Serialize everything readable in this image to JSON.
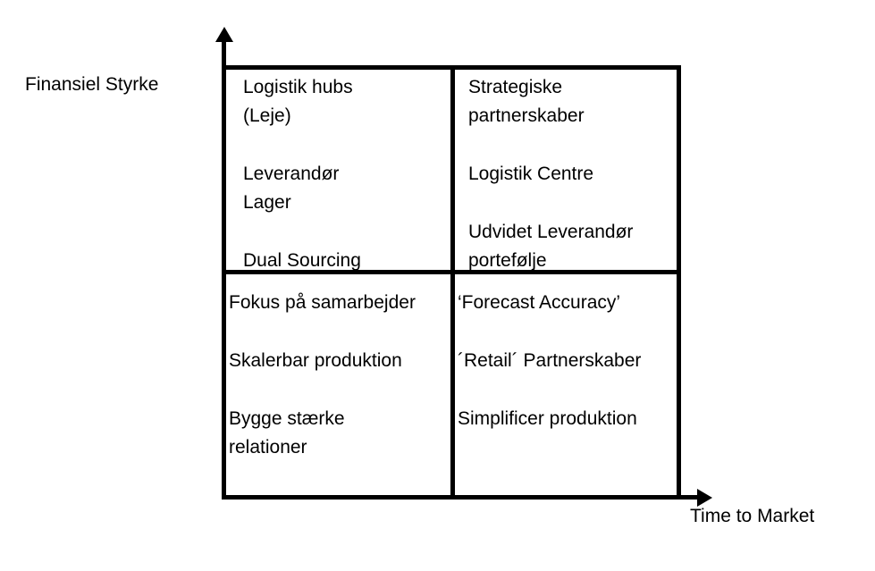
{
  "colors": {
    "background": "#ffffff",
    "line": "#000000",
    "text": "#000000"
  },
  "axes": {
    "y_axis": {
      "label": "Finansiel Styrke"
    },
    "x_axis": {
      "label": "Time to Market"
    }
  },
  "matrix": {
    "top_left": {
      "items": [
        {
          "lines": [
            "Logistik hubs",
            "(Leje)"
          ]
        },
        {
          "lines": [
            "Leverandør",
            "Lager"
          ]
        },
        {
          "lines": [
            "Dual Sourcing"
          ]
        }
      ]
    },
    "top_right": {
      "items": [
        {
          "lines": [
            "Strategiske",
            "partnerskaber"
          ]
        },
        {
          "lines": [
            "Logistik Centre"
          ]
        },
        {
          "lines": [
            "Udvidet Leverandør",
            "portefølje"
          ]
        }
      ]
    },
    "bottom_left": {
      "items": [
        {
          "lines": [
            "Fokus på samarbejder"
          ]
        },
        {
          "lines": [
            "Skalerbar produktion"
          ]
        },
        {
          "lines": [
            "Bygge stærke",
            "relationer"
          ]
        }
      ]
    },
    "bottom_right": {
      "items": [
        {
          "lines": [
            "‘Forecast Accuracy’"
          ]
        },
        {
          "lines": [
            "´Retail´ Partnerskaber"
          ]
        },
        {
          "lines": [
            "Simplificer produktion"
          ]
        }
      ]
    }
  }
}
